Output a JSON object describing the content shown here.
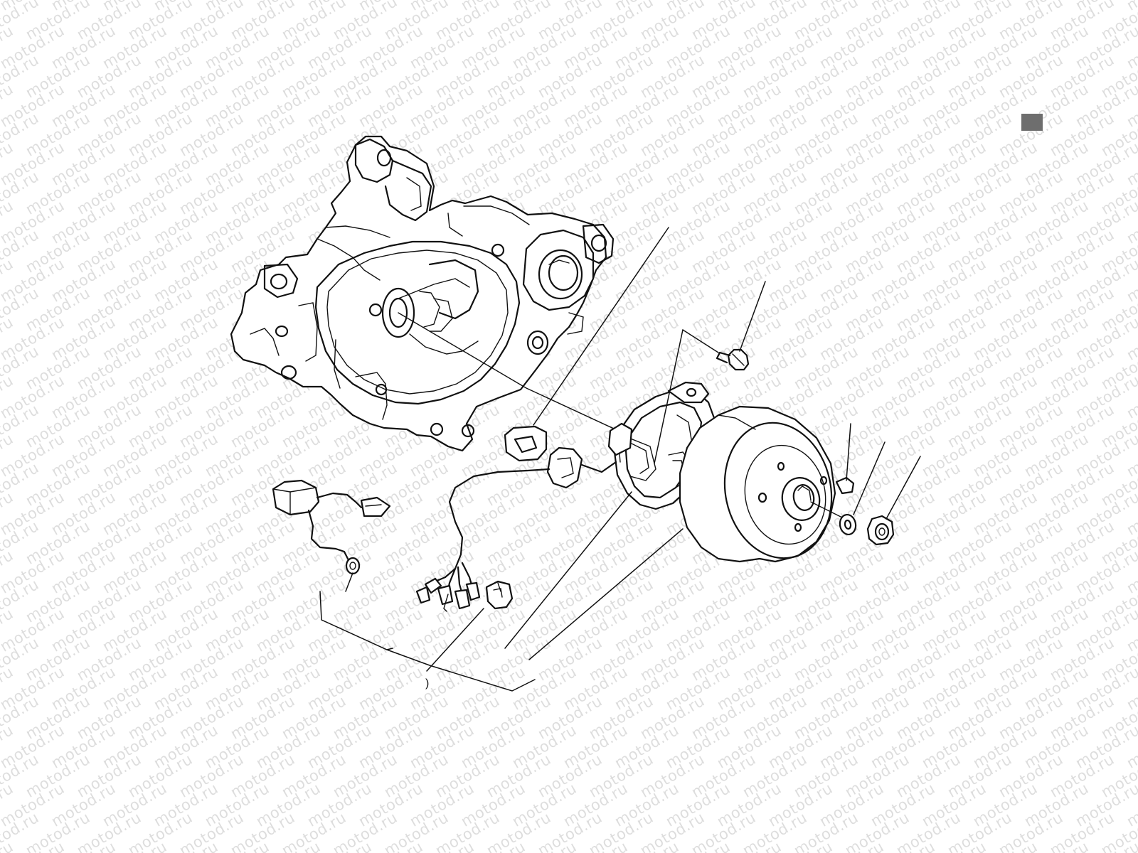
{
  "watermark": {
    "text": "motod.ru",
    "color": "#000000"
  },
  "page_marker": {
    "color": "#6e6e6e"
  },
  "diagram": {
    "parts": [
      {
        "name": "crankcase-half"
      },
      {
        "name": "stator-coil-assembly"
      },
      {
        "name": "flywheel-rotor"
      },
      {
        "name": "woodruff-key"
      },
      {
        "name": "washer"
      },
      {
        "name": "flywheel-nut"
      },
      {
        "name": "stator-screw"
      },
      {
        "name": "wire-grommet"
      },
      {
        "name": "wiring-harness"
      },
      {
        "name": "ignition-module"
      },
      {
        "name": "connector-plug"
      },
      {
        "name": "ground-terminal"
      },
      {
        "name": "page-marker"
      }
    ],
    "callout_labels": [
      {
        "label": ")"
      }
    ]
  }
}
